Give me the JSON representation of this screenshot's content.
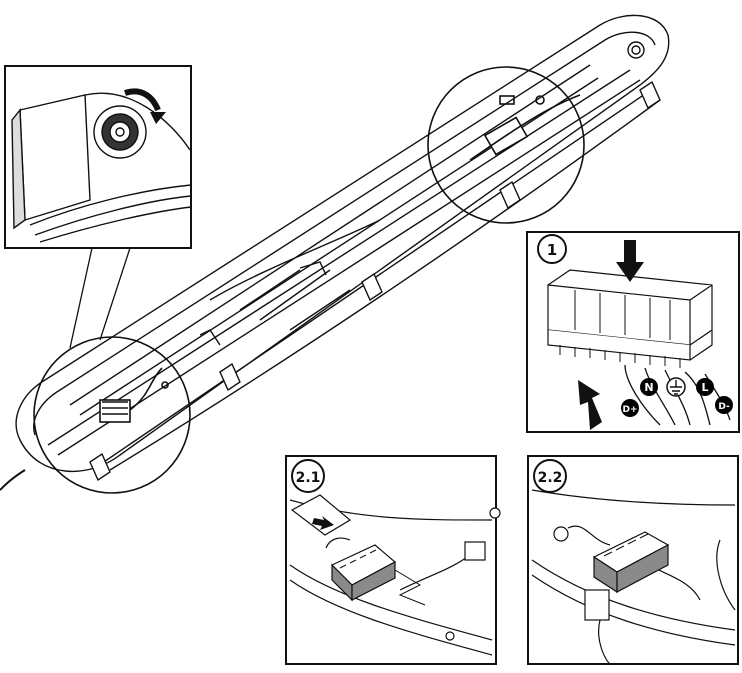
{
  "steps": {
    "step1": {
      "label": "1"
    },
    "step2_1": {
      "label": "2.1"
    },
    "step2_2": {
      "label": "2.2"
    }
  },
  "terminals": {
    "n": "N",
    "l": "L",
    "d_plus": "D+",
    "d_minus": "D-",
    "earth_symbol": "earth-icon"
  },
  "colors": {
    "line": "#111111",
    "fill": "#ffffff",
    "connector_fill": "#8a8a8a",
    "badge_fill": "#000000"
  }
}
